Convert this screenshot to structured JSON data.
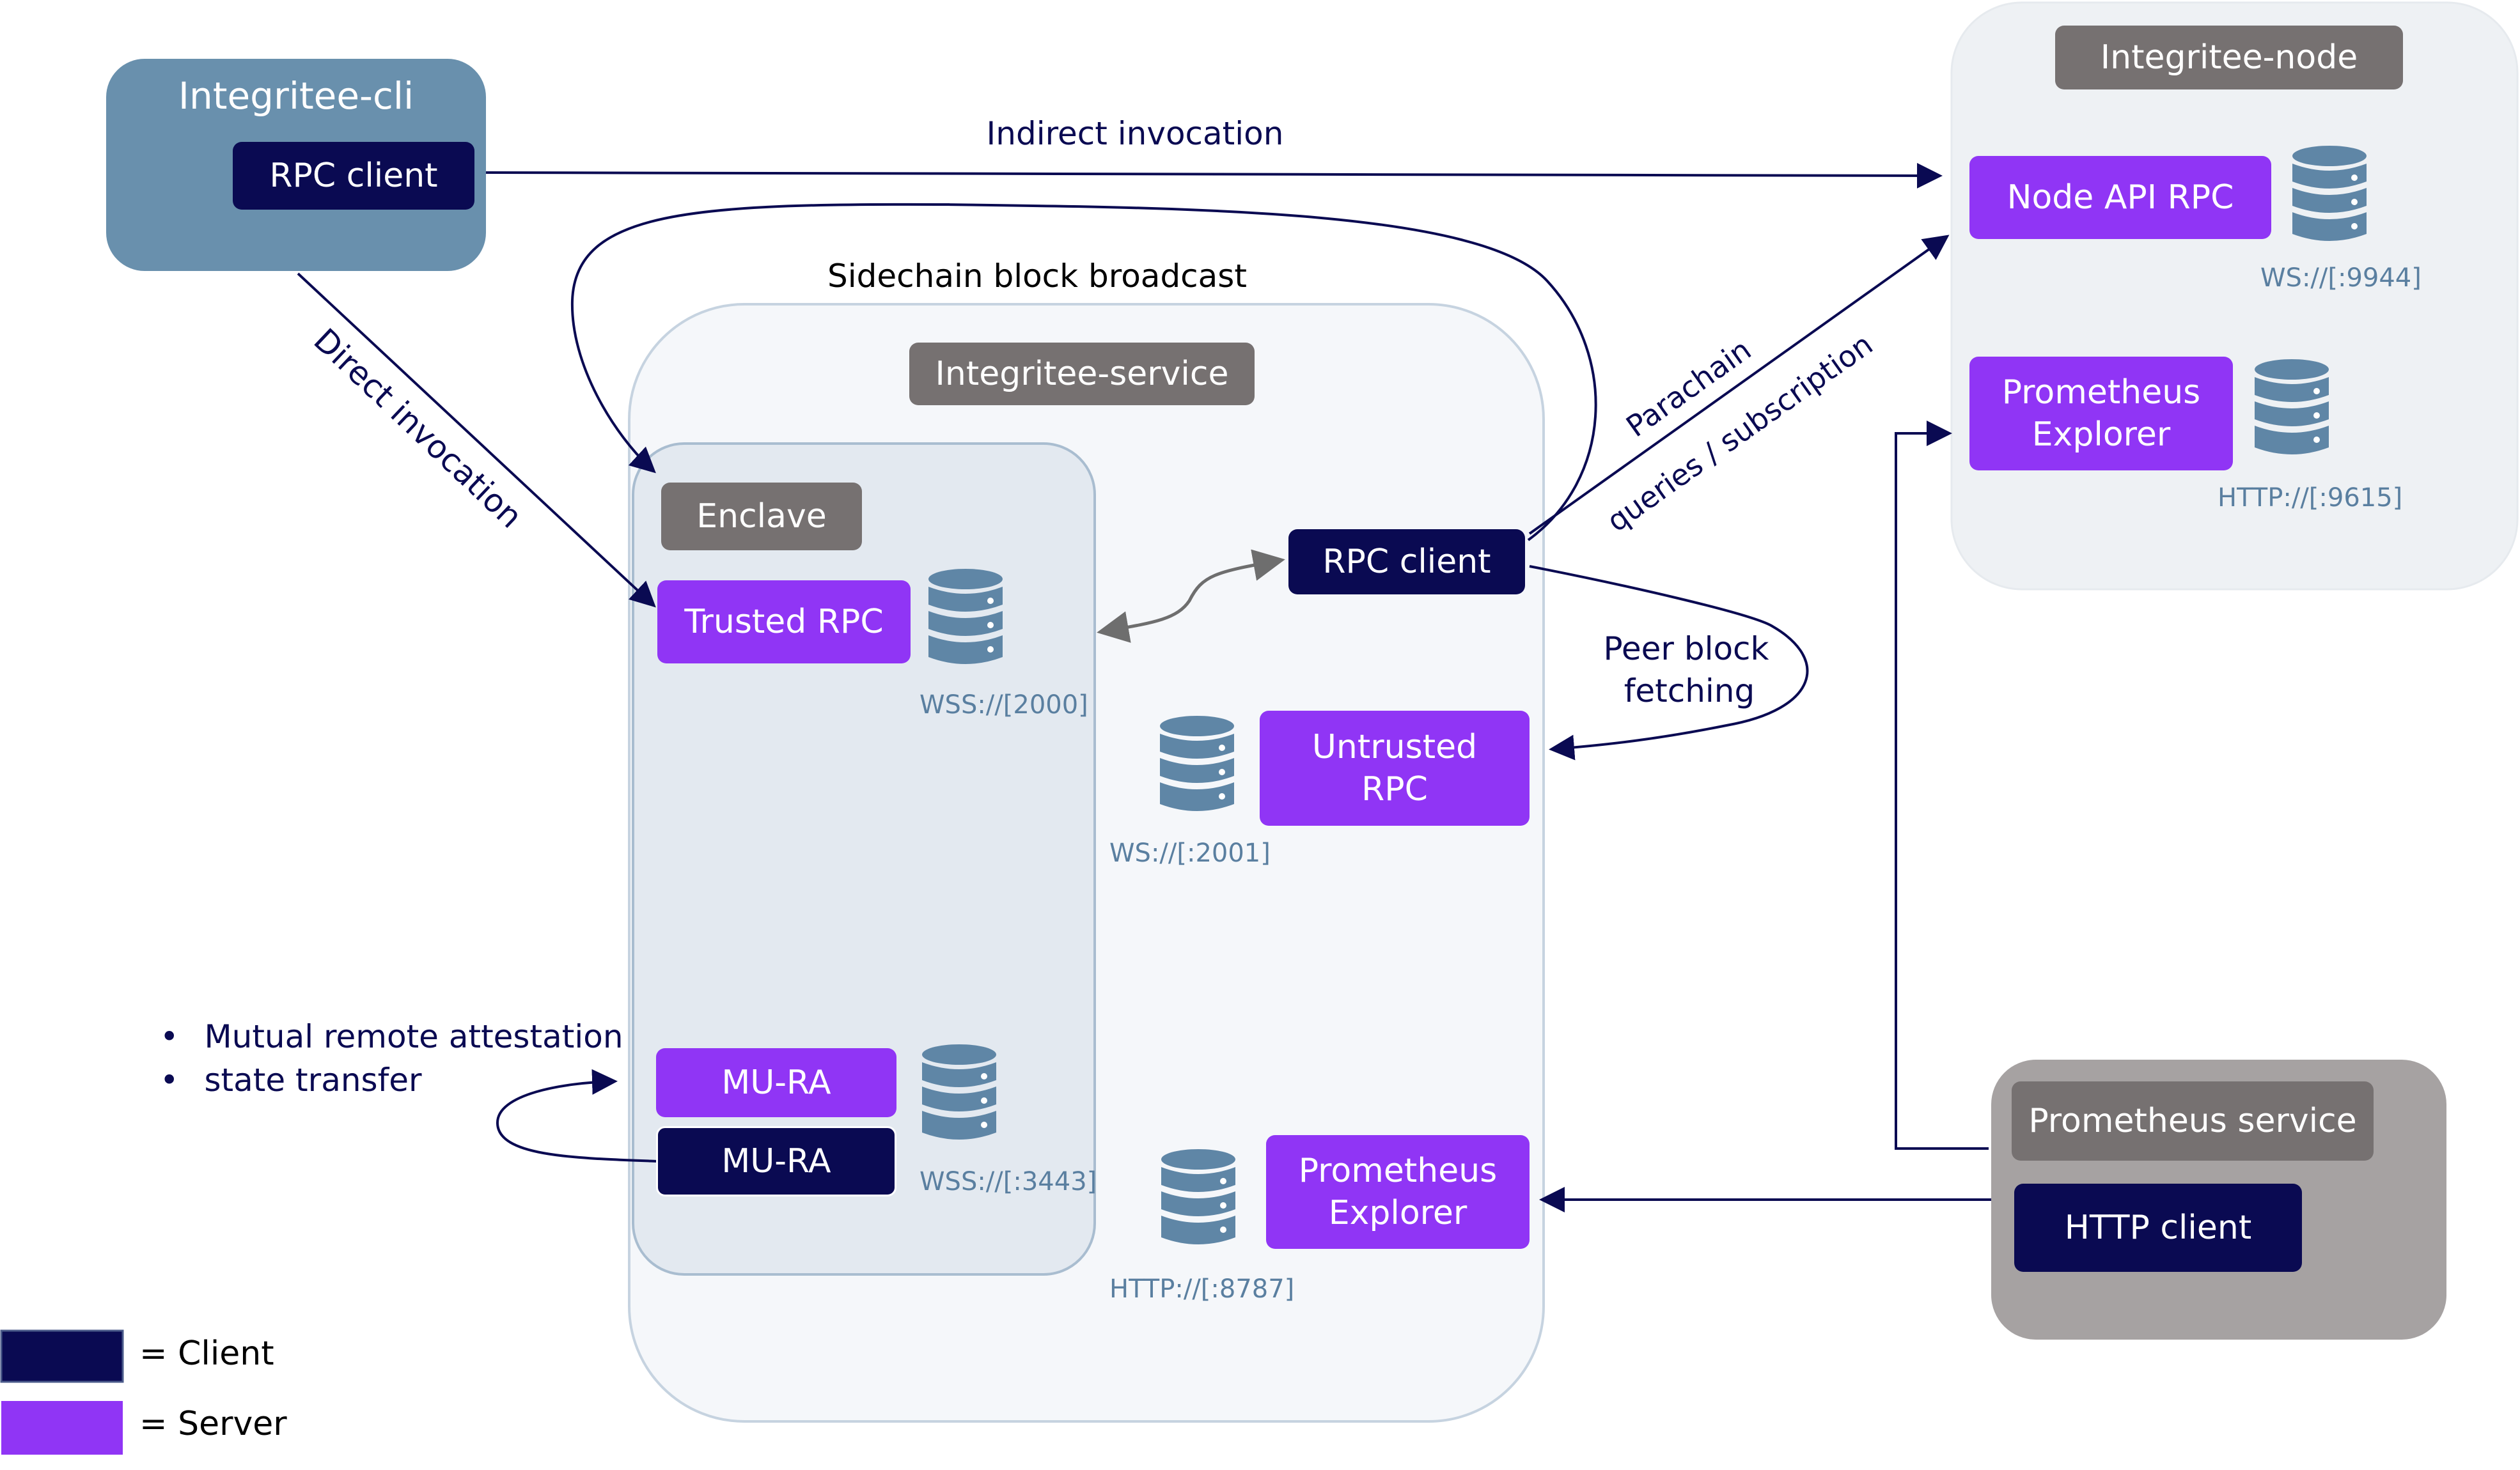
{
  "cli": {
    "title": "Integritee-cli",
    "rpc_client": "RPC client"
  },
  "node": {
    "title": "Integritee-node",
    "api_rpc": "Node API RPC",
    "api_port": "WS://[:9944]",
    "prometheus": "Prometheus Explorer",
    "prometheus_port": "HTTP://[:9615]"
  },
  "service": {
    "title": "Integritee-service",
    "enclave": "Enclave",
    "trusted_rpc": "Trusted RPC",
    "trusted_port": "WSS://[2000]",
    "rpc_client": "RPC client",
    "untrusted_rpc": "Untrusted RPC",
    "untrusted_port": "WS://[:2001]",
    "mura_server": "MU-RA",
    "mura_client": "MU-RA",
    "mura_port": "WSS://[:3443]",
    "prometheus": "Prometheus Explorer",
    "prometheus_port": "HTTP://[:8787]"
  },
  "prom_service": {
    "title": "Prometheus service",
    "http_client": "HTTP client"
  },
  "edges": {
    "indirect": "Indirect invocation",
    "direct": "Direct invocation",
    "sidechain": "Sidechain block broadcast",
    "parachain_1": "Parachain",
    "parachain_2": "queries / subscription",
    "peer_1": "Peer block",
    "peer_2": "fetching"
  },
  "mura_notes": [
    "Mutual remote attestation",
    "state transfer"
  ],
  "bullet": "•",
  "legend": {
    "client": "= Client",
    "server": "= Server"
  },
  "colors": {
    "client": "#0a0a52",
    "server": "#9035f5",
    "tag": "#767171",
    "cli_box": "#6990ad",
    "prom_box": "#a6a2a2",
    "port_text": "#5a7fa0",
    "db": "#5f86a6"
  }
}
